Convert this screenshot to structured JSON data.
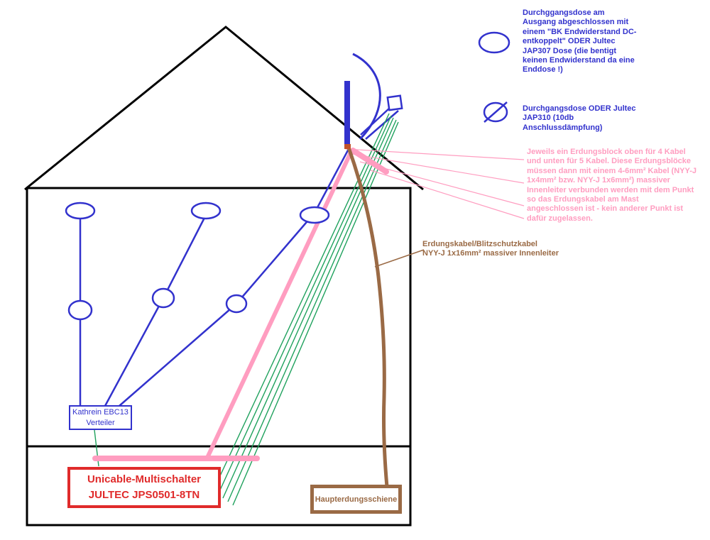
{
  "colors": {
    "black": "#000000",
    "blue": "#3232cd",
    "green": "#1fa15d",
    "pink": "#ff9dc0",
    "brown": "#9a6a45",
    "red": "#e02b2b",
    "connector": "#c0522b"
  },
  "legend": {
    "passthrough_end": {
      "icon": "outlet-ellipse-icon",
      "text": "Durchggangsdose am\nAusgang abgeschlossen mit\neinem \"BK Endwiderstand DC-\nentkoppelt\" ODER Jultec\nJAP307 Dose (die bentigt\nkeinen Endwiderstand da eine\nEnddose !)"
    },
    "passthrough": {
      "icon": "outlet-ellipse-slash-icon",
      "text": "Durchgangsdose ODER Jultec\nJAP310 (10db\nAnschlussdämpfung)"
    }
  },
  "annotations": {
    "grounding_blocks": "Jeweils ein Erdungsblock oben für 4 Kabel\nund unten für 5 Kabel. Diese Erdungsblöcke\nmüssen dann mit einem 4-6mm² Kabel (NYY-J\n1x4mm² bzw. NYY-J 1x6mm²) massiver\nInnenleiter verbunden werden mit dem Punkt\nso das Erdungskabel am Mast\nangeschlossen ist - kein anderer Punkt ist\ndafür zugelassen.",
    "grounding_cable": "Erdungskabel/Blitzschutzkabel\nNYY-J 1x16mm² massiver Innenleiter"
  },
  "components": {
    "distributor_line1": "Kathrein EBC13",
    "distributor_line2": "Verteiler",
    "multiswitch_line1": "Unicable-Multischalter",
    "multiswitch_line2": "JULTEC JPS0501-8TN",
    "ground_bus": "Haupterdungsschiene"
  }
}
